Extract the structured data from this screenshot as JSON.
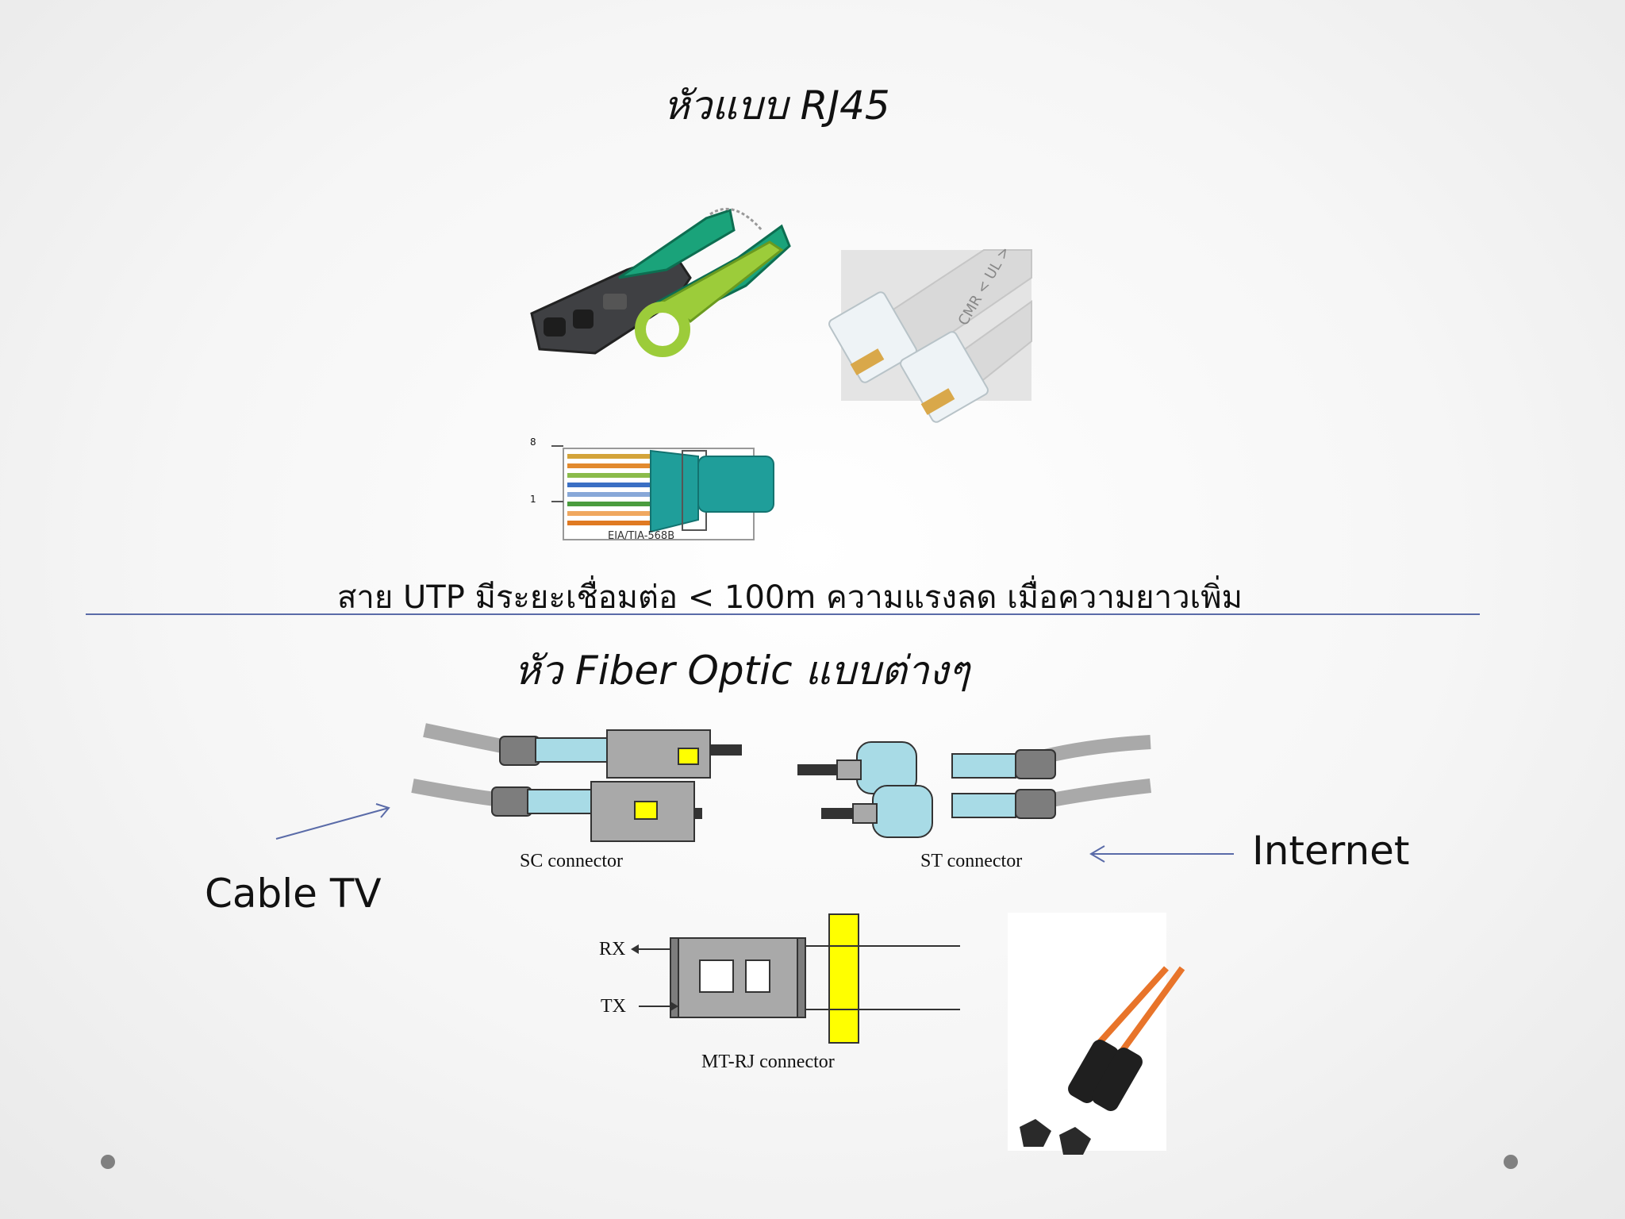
{
  "slide": {
    "title_rj45": "หัวแบบ RJ45",
    "utp_caption": "สาย UTP มีระยะเชื่อมต่อ < 100m ความแรงลด เมื่อความยาวเพิ่ม",
    "title_fiber": "หัว Fiber Optic แบบต่างๆ"
  },
  "rj45_panel": {
    "wiring_label": "EIA/TIA-568B",
    "pin_top": "8",
    "pin_bottom": "1",
    "cable_print": "CMR < UL >"
  },
  "fiber_panel": {
    "sc_label": "SC connector",
    "st_label": "ST connector",
    "mtrj_label": "MT-RJ connector",
    "rx_label": "RX",
    "tx_label": "TX"
  },
  "annotations": {
    "cable_tv": "Cable TV",
    "internet": "Internet"
  },
  "colors": {
    "divider": "#5a6ba8",
    "arrow": "#5a6ba8",
    "connector_blue": "#a8dbe6",
    "connector_gray": "#a9a9a9",
    "mtrj_yellow": "#ffff00",
    "tool_green": "#1aa37a",
    "stripper_green": "#9ccc3a",
    "fiber_orange": "#e8742a"
  }
}
